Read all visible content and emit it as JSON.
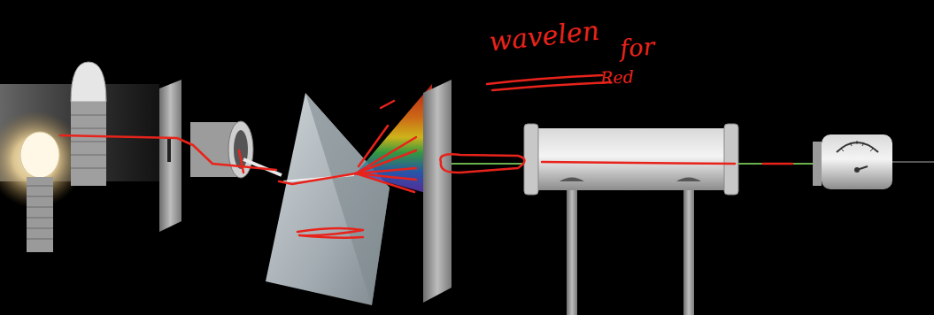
{
  "diagram": {
    "labels": [
      "wavelen",
      "for",
      "Red"
    ]
  }
}
